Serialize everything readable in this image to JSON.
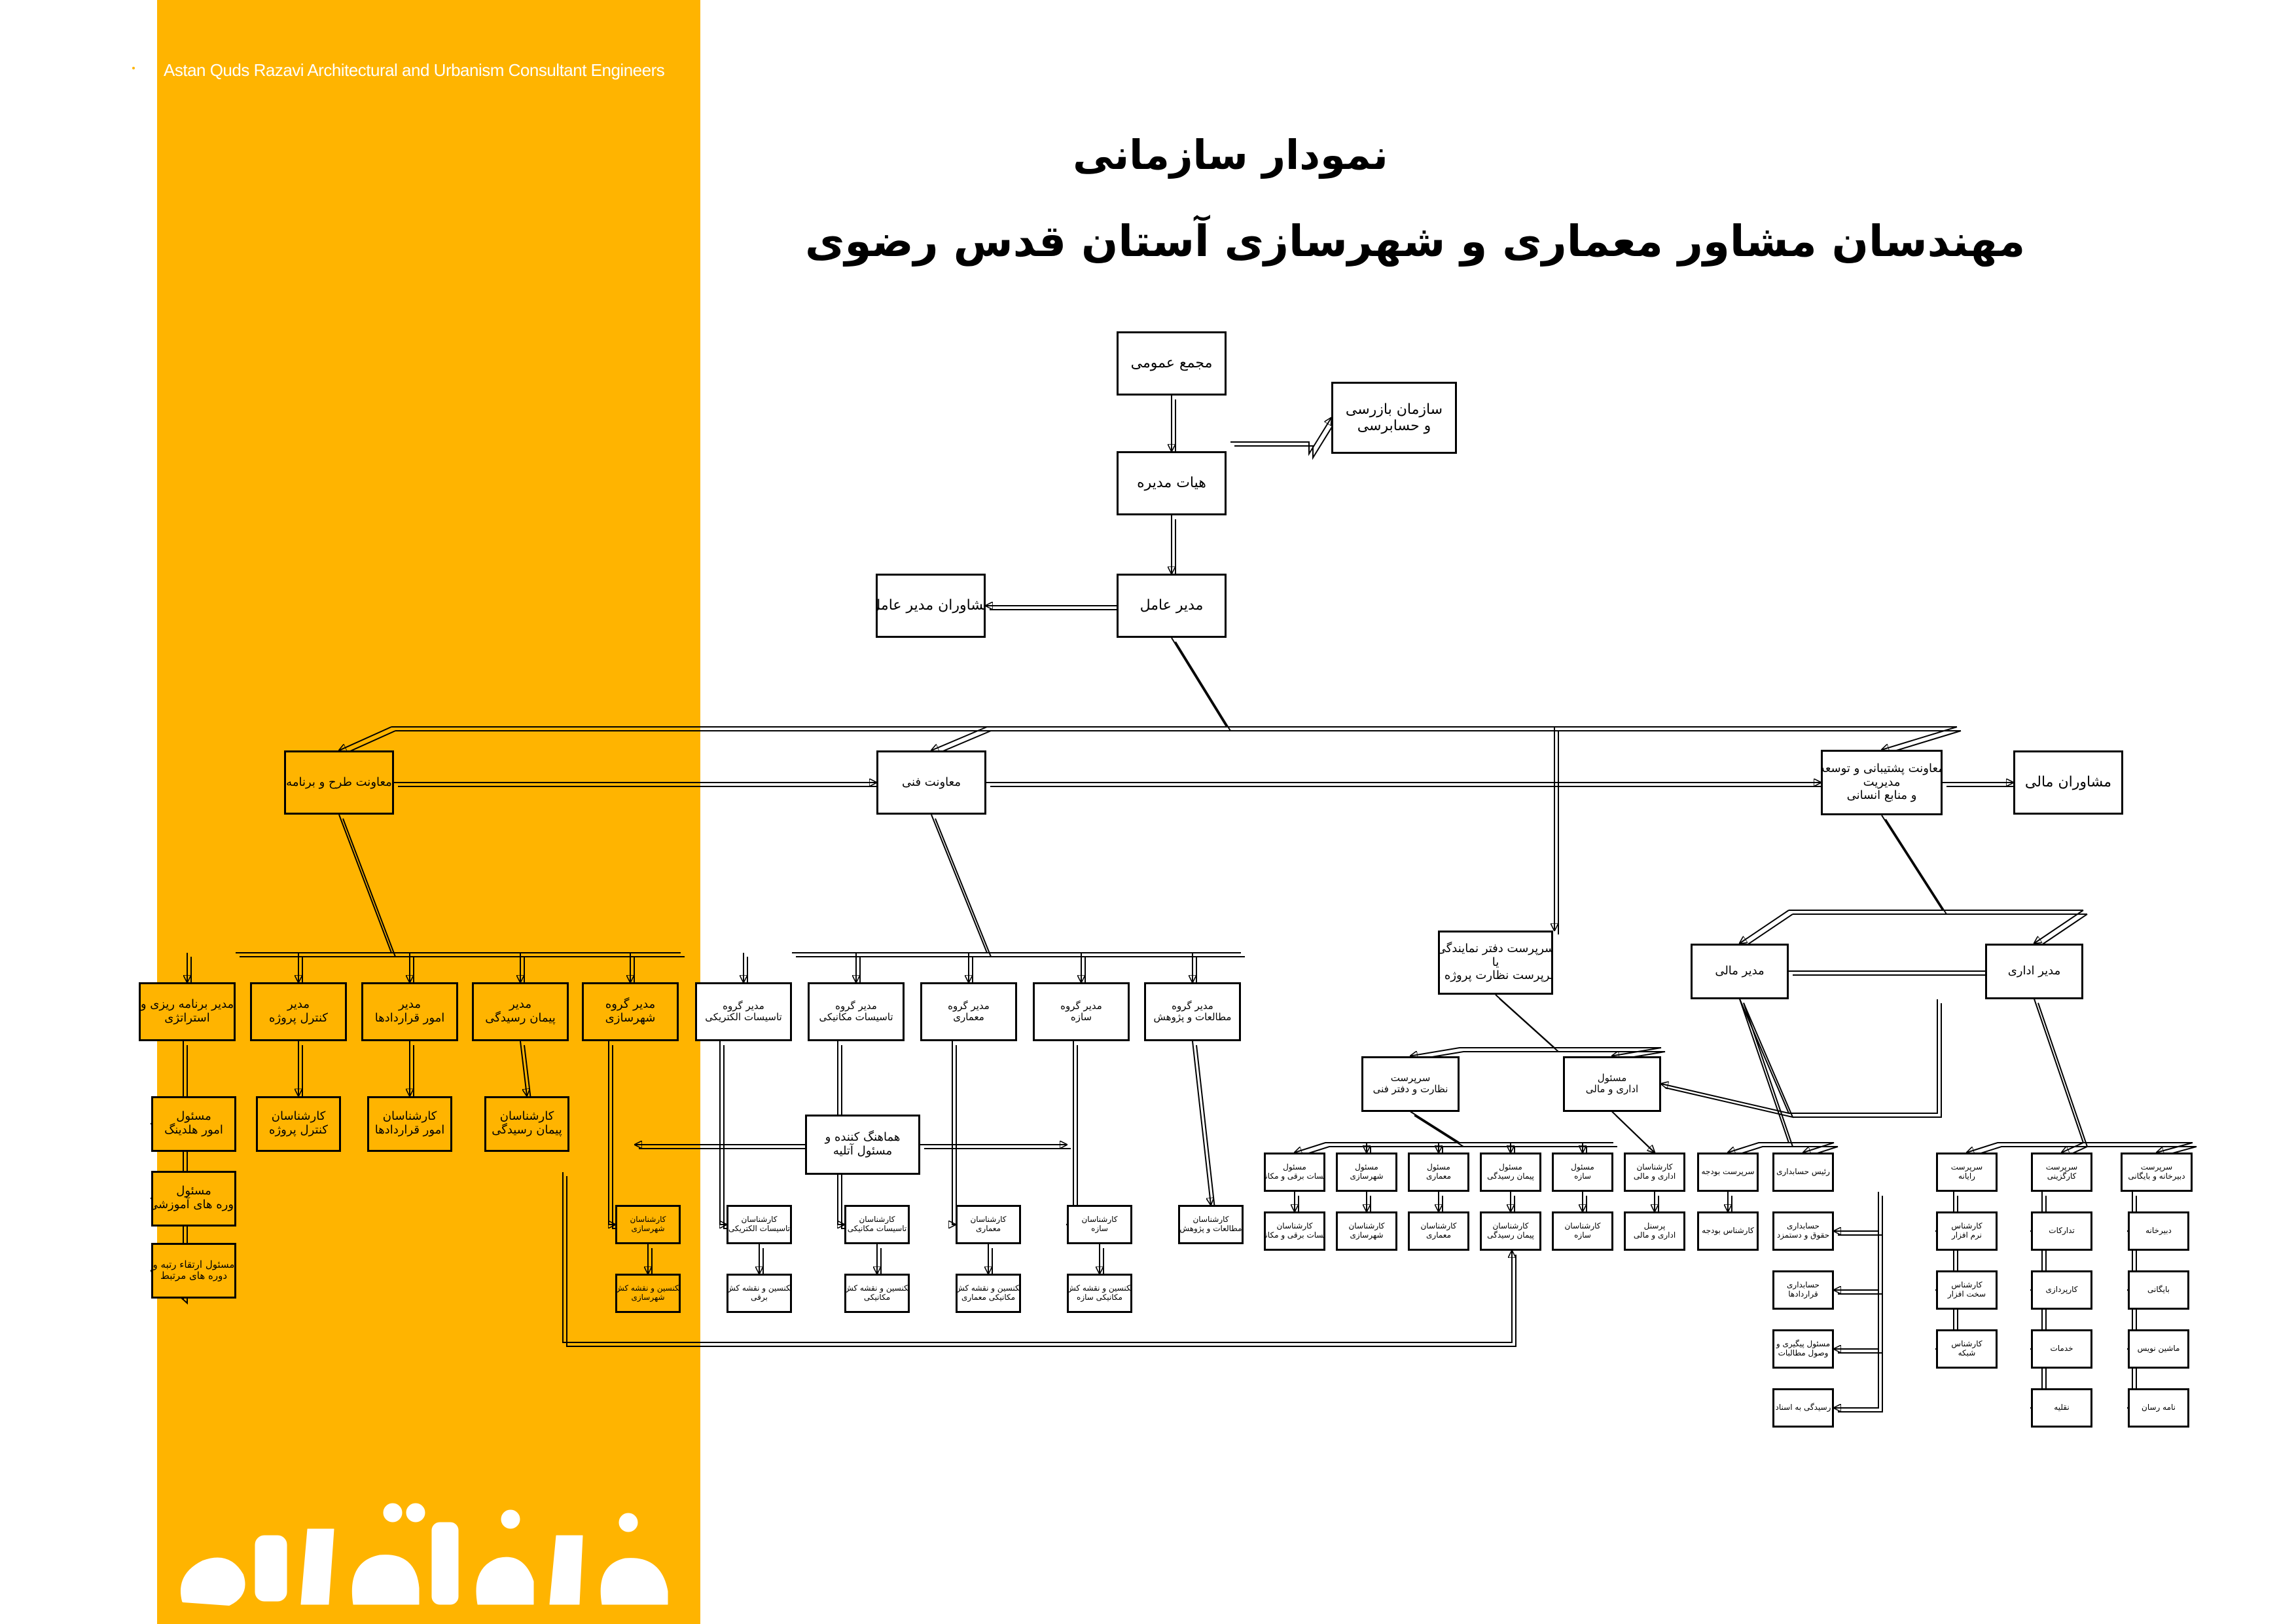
{
  "header": {
    "firm_name": "Astan Quds Razavi Architectural and Urbanism Consultant Engineers",
    "title_line1": "نمودار سازمانی",
    "title_line2": "مهندسان مشاور معماری و شهرسازی آستان قدس رضوی"
  },
  "colors": {
    "accent": "#FFB400",
    "line": "#000000",
    "box_fill": "#FFFFFF"
  },
  "logo": {
    "text": "قدس رضوی",
    "icon": "logo-calligraphy-icon"
  },
  "nodes": {
    "general_assembly": [
      "مجمع عمومی"
    ],
    "inspection": [
      "سازمان بازرسی",
      "و حسابرسی"
    ],
    "board": [
      "هیات مدیره"
    ],
    "ceo": [
      "مدیر عامل"
    ],
    "ceo_advisors": [
      "مشاوران مدیر عامل"
    ],
    "planning_deputy": [
      "معاونت طرح و برنامه"
    ],
    "technical_deputy": [
      "معاونت فنی"
    ],
    "support_deputy": [
      "معاونت پشتیبانی و توسعه",
      "مدیریت",
      "و منابع انسانی"
    ],
    "financial_advisors": [
      "مشاوران مالی"
    ],
    "rep_office": [
      "سرپرست دفتر نمایندگی",
      "یا",
      "سرپرست نظارت پروژه ها"
    ],
    "fin_manager": [
      "مدیر مالی"
    ],
    "admin_manager": [
      "مدیر اداری"
    ],
    "mgr_strategy": [
      "مدیر برنامه ریزی و",
      "استراتژی"
    ],
    "mgr_project_control": [
      "مدیر",
      "کنترل پروژه"
    ],
    "mgr_contracts": [
      "مدیر",
      "امور قراردادها"
    ],
    "mgr_subcontract": [
      "مدیر",
      "پیمان رسیدگی"
    ],
    "grp_urban": [
      "مدیر گروه",
      "شهرسازی"
    ],
    "grp_electrical": [
      "مدیر گروه",
      "تاسیسات الکتریکی"
    ],
    "grp_mechanical": [
      "مدیر گروه",
      "تاسیسات مکانیکی"
    ],
    "grp_architecture": [
      "مدیر گروه",
      "معماری"
    ],
    "grp_structure": [
      "مدیر گروه",
      "سازه"
    ],
    "grp_research": [
      "مدیر گروه",
      "مطالعات و پژوهش"
    ],
    "resp_holding": [
      "مسئول",
      "امور هلدینگ"
    ],
    "resp_training": [
      "مسئول",
      "دوره های آموزشی"
    ],
    "resp_promotion": [
      "مسئول ارتقاء رتبه و",
      "دوره های مرتبط"
    ],
    "exp_project_control": [
      "کارشناسان",
      "کنترل پروژه"
    ],
    "exp_contracts": [
      "کارشناسان",
      "امور قراردادها"
    ],
    "exp_subcontract": [
      "کارشناسان",
      "پیمان رسیدگی"
    ],
    "coordinator": [
      "هماهنگ کننده و",
      "مسئول آتلیه"
    ],
    "exp_urban": [
      "کارشناسان",
      "شهرسازی"
    ],
    "exp_electrical": [
      "کارشناسان",
      "تاسیسات الکتریکی"
    ],
    "exp_mechanical": [
      "کارشناسان",
      "تاسیسات مکانیکی"
    ],
    "exp_architecture": [
      "کارشناسان",
      "معماری"
    ],
    "exp_structure": [
      "کارشناسان",
      "سازه"
    ],
    "exp_research": [
      "کارشناسان",
      "مطالعات و پژوهش"
    ],
    "tech_urban": [
      "تکنسین و نقشه کش",
      "شهرسازی"
    ],
    "tech_electrical": [
      "تکنسین و نقشه کش",
      "برقی"
    ],
    "tech_mechanical": [
      "تکنسین و نقشه کش",
      "مکانیکی"
    ],
    "tech_architecture": [
      "تکنسین و نقشه کش",
      "مکانیکی معماری"
    ],
    "tech_structure": [
      "تکنسین و نقشه کش",
      "مکانیکی سازه"
    ],
    "sup_office": [
      "سرپرست",
      "نظارت و دفتر فنی"
    ],
    "resp_admin_fin": [
      "مسئول",
      "اداری و مالی"
    ],
    "r_mech_elec": [
      "مسئول",
      "تاسیسات برقی و مکانیکی"
    ],
    "r_urban": [
      "مسئول",
      "شهرسازی"
    ],
    "r_arch": [
      "مسئول",
      "معماری"
    ],
    "r_subcontract": [
      "مسئول",
      "پیمان رسیدگی"
    ],
    "r_structure": [
      "مسئول",
      "سازه"
    ],
    "k_admin_fin": [
      "کارشناسان",
      "اداری و مالی"
    ],
    "k_mech_elec": [
      "کارشناسان",
      "تاسیسات برقی و مکانیکی"
    ],
    "k_urban": [
      "کارشناسان",
      "شهرسازی"
    ],
    "k_arch": [
      "کارشناسان",
      "معماری"
    ],
    "k_subcontract": [
      "کارشناسان",
      "پیمان رسیدگی"
    ],
    "k_structure": [
      "کارشناسان",
      "سازه"
    ],
    "p_admin_fin": [
      "پرسنل",
      "اداری و مالی"
    ],
    "budget_sup": [
      "سرپرست بودجه"
    ],
    "chief_accountant": [
      "رئیس حسابداری"
    ],
    "budget_exp": [
      "کارشناس بودجه"
    ],
    "acc_payroll": [
      "حسابداری",
      "حقوق و دستمزد"
    ],
    "acc_contracts": [
      "حسابداری",
      "قراردادها"
    ],
    "resp_followup": [
      "مسئول پیگیری و",
      "وصول مطالبات"
    ],
    "doc_review": [
      "رسیدگی به اسناد"
    ],
    "sup_it": [
      "سرپرست",
      "رایانه"
    ],
    "sup_hr": [
      "سرپرست",
      "کارگزینی"
    ],
    "sup_secretariat": [
      "سرپرست",
      "دبیرخانه و بایگانی"
    ],
    "it_software": [
      "کارشناس",
      "نرم افزار"
    ],
    "it_hardware": [
      "کارشناس",
      "سخت افزار"
    ],
    "it_network": [
      "کارشناس",
      "شبکه"
    ],
    "hr_procurement": [
      "تدارکات"
    ],
    "hr_clerical": [
      "کارپردازی"
    ],
    "hr_services": [
      "خدمات"
    ],
    "hr_transport": [
      "نقلیه"
    ],
    "sec_secretariat": [
      "دبیرخانه"
    ],
    "sec_archive": [
      "بایگانی"
    ],
    "sec_typist": [
      "ماشین نویس"
    ],
    "sec_courier": [
      "نامه رسان"
    ]
  }
}
